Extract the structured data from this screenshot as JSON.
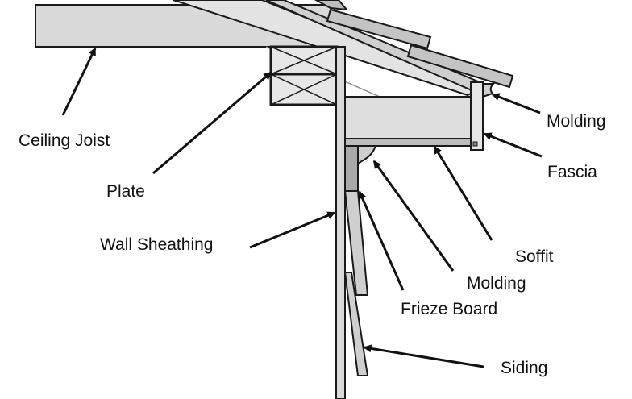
{
  "colors": {
    "stroke": "#1a1a1a",
    "lumber": "#d9d9d9",
    "lumber_light": "#e6e6e6",
    "dark": "#8c8c8c",
    "background": "#ffffff"
  },
  "labels": {
    "ceiling_joist": "Ceiling Joist",
    "plate": "Plate",
    "wall_sheathing": "Wall Sheathing",
    "molding_top": "Molding",
    "fascia": "Fascia",
    "soffit": "Soffit",
    "molding_bottom": "Molding",
    "frieze_board": "Frieze Board",
    "siding": "Siding"
  }
}
